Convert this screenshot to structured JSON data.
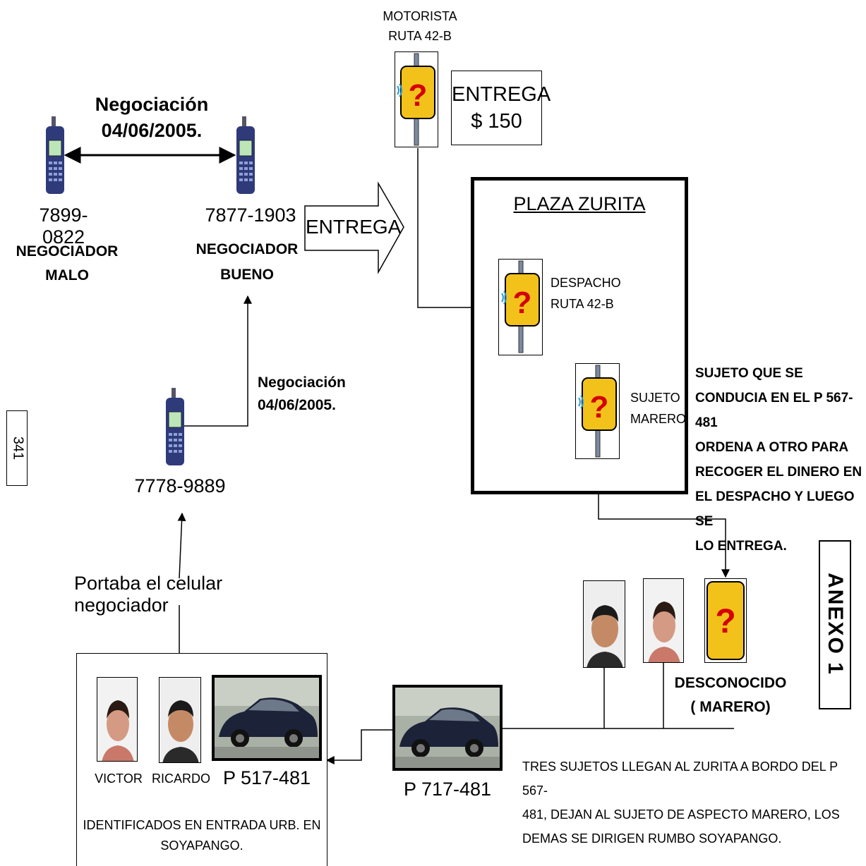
{
  "phones": {
    "left": {
      "number": "7899-0822",
      "role_line1": "NEGOCIADOR",
      "role_line2": "MALO"
    },
    "right": {
      "number": "7877-1903",
      "role_line1": "NEGOCIADOR",
      "role_line2": "BUENO"
    },
    "bottom": {
      "number": "7778-9889"
    }
  },
  "negotiation_top": {
    "line1": "Negociación",
    "line2": "04/06/2005."
  },
  "negotiation_mid": {
    "line1": "Negociación",
    "line2": "04/06/2005."
  },
  "motorista": {
    "line1": "MOTORISTA",
    "line2": "RUTA 42-B"
  },
  "entrega_box": {
    "line1": "ENTREGA",
    "line2": "$ 150"
  },
  "entrega_arrow": "ENTREGA",
  "plaza": {
    "title": "PLAZA ZURITA",
    "despacho_line1": "DESPACHO",
    "despacho_line2": "RUTA 42-B",
    "sujeto_line1": "SUJETO",
    "sujeto_line2": "MARERO"
  },
  "sujeto_note": [
    "SUJETO QUE SE",
    "CONDUCIA EN EL P 567-481",
    "ORDENA A OTRO PARA",
    "RECOGER EL DINERO EN",
    "EL DESPACHO Y LUEGO SE",
    "LO ENTREGA."
  ],
  "page_number": "341",
  "anexo": "ANEXO 1",
  "portaba": "Portaba el celular negociador",
  "bottom_box": {
    "victor": "VICTOR",
    "ricardo": "RICARDO",
    "car_plate": "P 517-481",
    "identified_line1": "IDENTIFICADOS EN ENTRADA URB. EN",
    "identified_line2": "SOYAPANGO."
  },
  "car2_plate": "P 717-481",
  "desconocido": {
    "line1": "DESCONOCIDO",
    "line2": "( MARERO)"
  },
  "tres_sujetos": [
    "TRES SUJETOS LLEGAN AL ZURITA A BORDO DEL P 567-",
    "481, DEJAN AL SUJETO DE ASPECTO MARERO, LOS",
    "DEMAS SE DIRIGEN RUMBO SOYAPANGO."
  ]
}
